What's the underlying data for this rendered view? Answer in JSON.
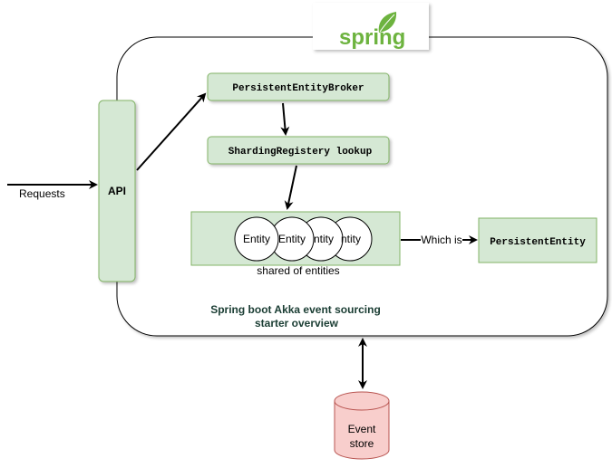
{
  "colors": {
    "node_fill": "#d5e8d4",
    "node_stroke": "#82b366",
    "db_fill": "#f8cecc",
    "db_stroke": "#b85450",
    "caption": "#1a3d33",
    "spring_green": "#6db33f"
  },
  "logo": {
    "text": "spring",
    "icon": "leaf-icon"
  },
  "nodes": {
    "api": "API",
    "broker": "PersistentEntityBroker",
    "registry": "ShardingRegistery lookup",
    "persistent_entity": "PersistentEntity",
    "entities": [
      "Entity",
      "Entity",
      "ntity",
      "ntity"
    ],
    "entities_caption": "shared of entities",
    "db": [
      "Event",
      "store"
    ]
  },
  "edges": {
    "requests": "Requests",
    "which_is": "Which is"
  },
  "caption": [
    "Spring boot Akka event sourcing",
    "starter overview"
  ]
}
